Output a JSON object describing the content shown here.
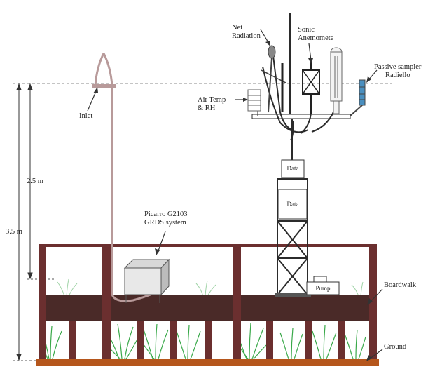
{
  "labels": {
    "net_radiation": [
      "Net",
      "Radiation"
    ],
    "sonic": [
      "Sonic",
      "Anemomete"
    ],
    "passive": [
      "Passive sampler",
      "Radiello"
    ],
    "air_temp": [
      "Air Temp",
      "& RH"
    ],
    "inlet": "Inlet",
    "h25": "2.5 m",
    "h35": "3.5 m",
    "picarro": [
      "Picarro G2103",
      "GRDS system"
    ],
    "boardwalk": "Boardwalk",
    "ground": "Ground",
    "data1": "Data",
    "data2": "Data",
    "pump": "Pump"
  },
  "colors": {
    "boardwalk": "#4a2a28",
    "post": "#6b2f2f",
    "ground": "#b5561c",
    "grass": "#3aa94a",
    "tower": "#2b2b2b"
  }
}
